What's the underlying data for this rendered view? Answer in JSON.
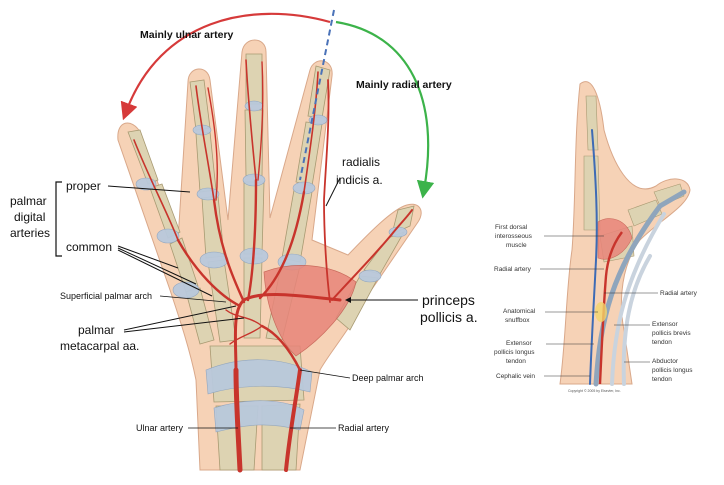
{
  "left_figure": {
    "arc_labels": {
      "ulnar": "Mainly ulnar artery",
      "radial": "Mainly radial artery"
    },
    "group_label_lines": [
      "palmar",
      "digital",
      "arteries"
    ],
    "labels": {
      "proper": "proper",
      "common": "common",
      "superficial_palmar_arch": "Superficial palmar arch",
      "palmar_metacarpal_line1": "palmar",
      "palmar_metacarpal_line2": "metacarpal aa.",
      "radialis_indicis_line1": "radialis",
      "radialis_indicis_line2": "indicis a.",
      "princeps_pollicis_line1": "princeps",
      "princeps_pollicis_line2": "pollicis a.",
      "deep_palmar_arch": "Deep palmar arch",
      "ulnar_artery": "Ulnar artery",
      "radial_artery": "Radial artery"
    }
  },
  "right_figure": {
    "labels": {
      "first_dorsal_1": "First  dorsal",
      "first_dorsal_2": "interosseous",
      "first_dorsal_3": "muscle",
      "radial_artery_left": "Radial  artery",
      "radial_artery_right": "Radial  artery",
      "anatomical_1": "Anatomical",
      "anatomical_2": "snuffbox",
      "epb_1": "Extensor",
      "epb_2": "pollicis  brevis",
      "epb_3": "tendon",
      "epl_1": "Extensor",
      "epl_2": "pollicis  longus",
      "epl_3": "tendon",
      "apl_1": "Abductor",
      "apl_2": "pollicis  longus",
      "apl_3": "tendon",
      "cephalic_vein": "Cephalic  vein",
      "copyright": "Copyright © 2005 by Elsevier, Inc."
    }
  },
  "colors": {
    "skin": "#f6d2b6",
    "bone": "#ddd3b2",
    "joint": "#b9c9dc",
    "artery": "#c8342c",
    "muscle": "#e8857a",
    "ulnar_arc": "#d63a3a",
    "radial_arc": "#3cb34a",
    "dash_line": "#4a72b8"
  }
}
